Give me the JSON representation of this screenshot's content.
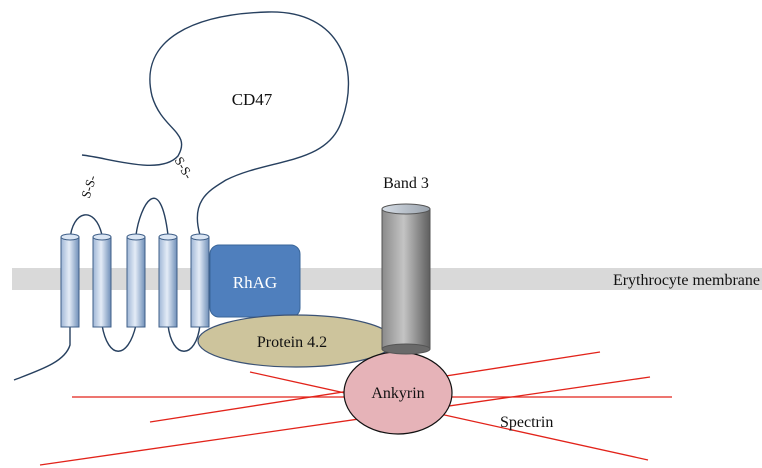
{
  "labels": {
    "cd47": "CD47",
    "disulfide_left": "S-S-",
    "disulfide_right": "S-S-",
    "band3": "Band 3",
    "membrane": "Erythrocyte membrane",
    "rhag": "RhAG",
    "protein42": "Protein 4.2",
    "ankyrin": "Ankyrin",
    "spectrin": "Spectrin"
  },
  "colors": {
    "membrane": "#d9d9d9",
    "helix_light": "#dbe6f4",
    "helix_dark": "#6f8fb8",
    "helix_stroke": "#3f5f88",
    "rhag_fill": "#4f7fbd",
    "rhag_stroke": "#3a6699",
    "rhag_text": "#ffffff",
    "protein42_fill": "#cdc49c",
    "protein42_stroke": "#3b5275",
    "band3_light": "#b8b8b8",
    "band3_dark": "#666666",
    "ankyrin_fill": "#e6b3b8",
    "spectrin": "#e2231a",
    "chain_stroke": "#27405f"
  }
}
